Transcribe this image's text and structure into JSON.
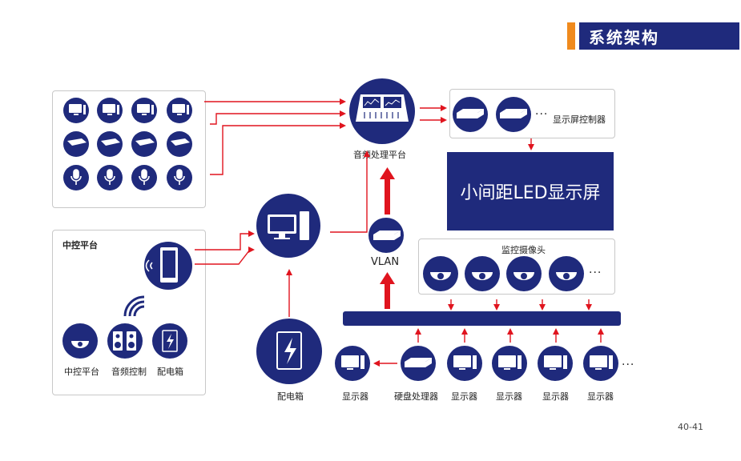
{
  "header": {
    "title": "系统架构",
    "accent_color": "#f08a1d",
    "brand_color": "#1f2a7c"
  },
  "nodes": {
    "audio_platform": "音频处理平台",
    "display_controller": "显示屏控制器",
    "led_screen": "小间距LED显示屏",
    "vlan": "VLAN",
    "cameras": "监控摄像头",
    "control_platform_title": "中控平台",
    "control_platform": "中控平台",
    "audio_control": "音频控制",
    "power_box_small": "配电箱",
    "power_box": "配电箱",
    "hdd_processor": "硬盘处理器",
    "monitor": "显示器"
  },
  "ellipsis": "···",
  "page_number": "40-41"
}
